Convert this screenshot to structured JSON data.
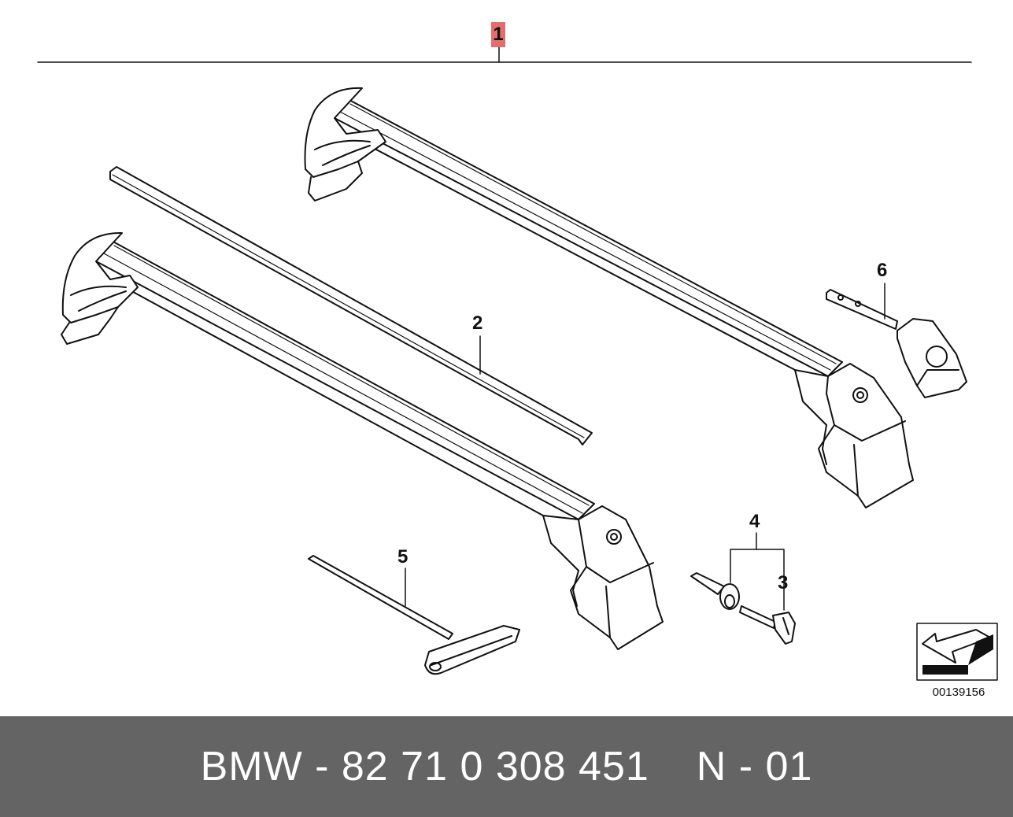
{
  "callouts": {
    "c1": "1",
    "c2": "2",
    "c3": "3",
    "c4": "4",
    "c5": "5",
    "c6": "6"
  },
  "reference_code": "00139156",
  "footer": {
    "part_text": "BMW - 82 71 0 308 451",
    "variant_text": "N - 01"
  },
  "colors": {
    "callout_highlight": "#e46e6e",
    "footer_bg": "#646464",
    "footer_text": "#ffffff"
  },
  "icons": {
    "orientation_icon": "arrow-icon"
  }
}
